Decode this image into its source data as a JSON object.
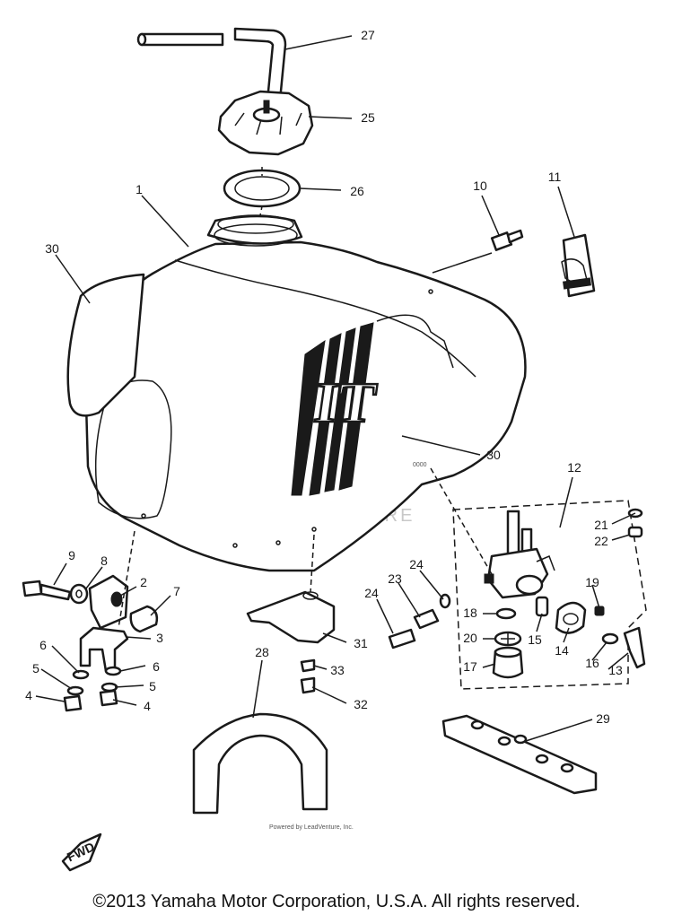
{
  "diagram": {
    "callouts": [
      {
        "id": "c27",
        "label": "27"
      },
      {
        "id": "c25",
        "label": "25"
      },
      {
        "id": "c26",
        "label": "26"
      },
      {
        "id": "c1",
        "label": "1"
      },
      {
        "id": "c30a",
        "label": "30"
      },
      {
        "id": "c10",
        "label": "10"
      },
      {
        "id": "c11",
        "label": "11"
      },
      {
        "id": "c30b",
        "label": "30"
      },
      {
        "id": "c12",
        "label": "12"
      },
      {
        "id": "c21",
        "label": "21"
      },
      {
        "id": "c22",
        "label": "22"
      },
      {
        "id": "c9",
        "label": "9"
      },
      {
        "id": "c8",
        "label": "8"
      },
      {
        "id": "c2",
        "label": "2"
      },
      {
        "id": "c7",
        "label": "7"
      },
      {
        "id": "c3",
        "label": "3"
      },
      {
        "id": "c6a",
        "label": "6"
      },
      {
        "id": "c6b",
        "label": "6"
      },
      {
        "id": "c5a",
        "label": "5"
      },
      {
        "id": "c5b",
        "label": "5"
      },
      {
        "id": "c4a",
        "label": "4"
      },
      {
        "id": "c4b",
        "label": "4"
      },
      {
        "id": "c24a",
        "label": "24"
      },
      {
        "id": "c23",
        "label": "23"
      },
      {
        "id": "c24b",
        "label": "24"
      },
      {
        "id": "c19",
        "label": "19"
      },
      {
        "id": "c18",
        "label": "18"
      },
      {
        "id": "c15",
        "label": "15"
      },
      {
        "id": "c20",
        "label": "20"
      },
      {
        "id": "c14",
        "label": "14"
      },
      {
        "id": "c16",
        "label": "16"
      },
      {
        "id": "c13",
        "label": "13"
      },
      {
        "id": "c17",
        "label": "17"
      },
      {
        "id": "c28",
        "label": "28"
      },
      {
        "id": "c31",
        "label": "31"
      },
      {
        "id": "c33",
        "label": "33"
      },
      {
        "id": "c32",
        "label": "32"
      },
      {
        "id": "c29",
        "label": "29"
      }
    ],
    "tank_emblem": "IT",
    "fwd_label": "FWD",
    "watermark": "LEADVENTURE",
    "small_print": "Powered by LeadVenture, Inc."
  },
  "footer": {
    "copyright": "©2013 Yamaha Motor Corporation, U.S.A. All rights reserved."
  }
}
